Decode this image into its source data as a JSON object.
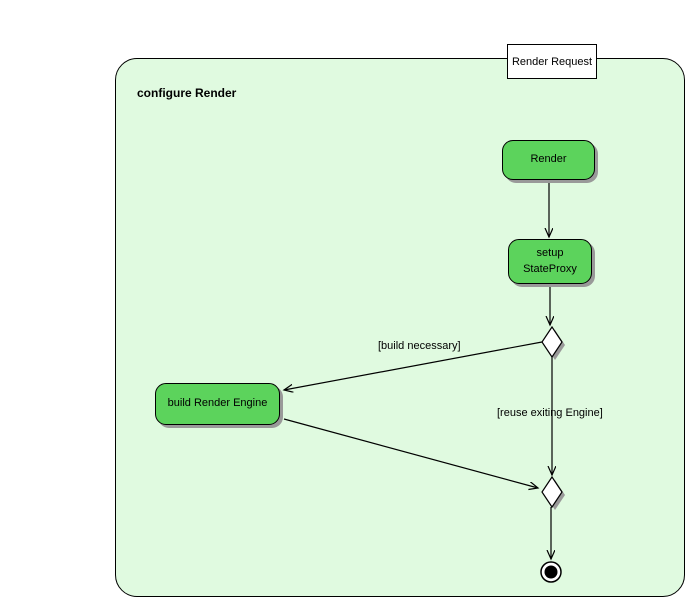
{
  "diagram": {
    "kind": "UML activity diagram",
    "partition_label": "Render Request",
    "frame_title": "configure Render",
    "activities": [
      {
        "id": "render",
        "label": "Render"
      },
      {
        "id": "setup-stateproxy",
        "label": "setup StateProxy",
        "lines": [
          "setup",
          "StateProxy"
        ]
      },
      {
        "id": "build-render-engine",
        "label": "build Render Engine"
      }
    ],
    "decisions": [
      {
        "id": "decision-build-or-reuse"
      },
      {
        "id": "merge-before-final"
      }
    ],
    "edge_labels": [
      {
        "id": "build-necessary",
        "text": "[build necessary]"
      },
      {
        "id": "reuse-existing-engine",
        "text": "[reuse exiting Engine]"
      }
    ],
    "final_node": {
      "id": "activity-final"
    },
    "colors": {
      "page_background": "#ffffff",
      "frame_fill": "#e0fae0",
      "activity_fill": "#5cd35c",
      "outline": "#000000",
      "shadow": "#999999",
      "partition_fill": "#ffffff"
    }
  }
}
